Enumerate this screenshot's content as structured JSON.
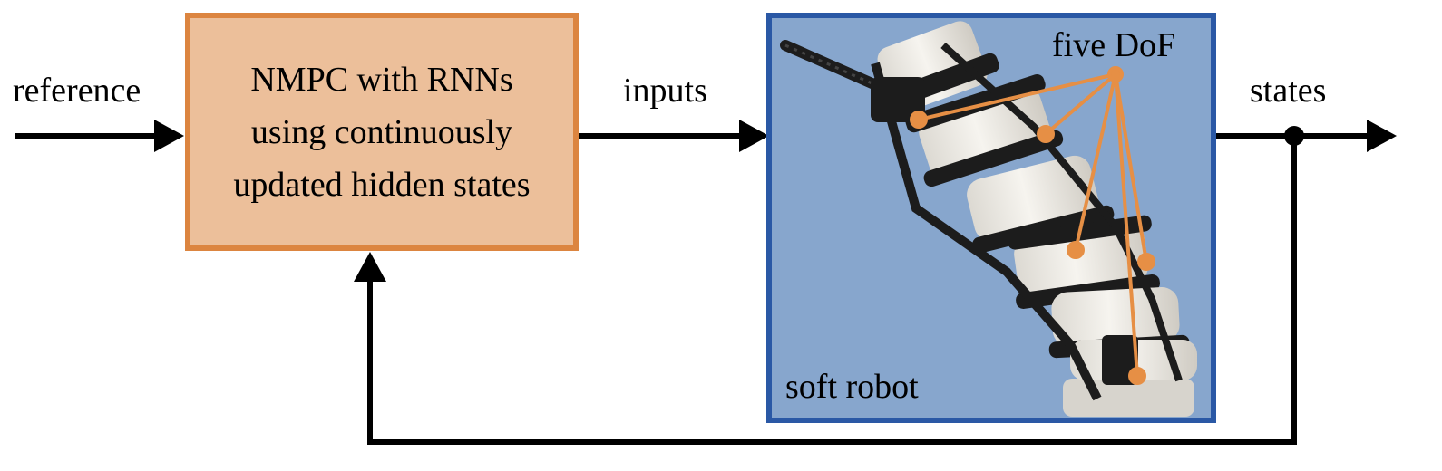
{
  "diagram": {
    "signals": {
      "reference": "reference",
      "inputs": "inputs",
      "states": "states"
    },
    "controller": {
      "lines": [
        "NMPC with RNNs",
        "using continuously",
        "updated hidden states"
      ]
    },
    "plant": {
      "label": "soft robot",
      "annotation": "five DoF"
    },
    "colors": {
      "controller_fill": "#ecbf9a",
      "controller_border": "#dc8540",
      "plant_fill": "#87a6cd",
      "plant_border": "#2a58a5",
      "annotation": "#e68f45",
      "arrow": "#000000"
    }
  }
}
